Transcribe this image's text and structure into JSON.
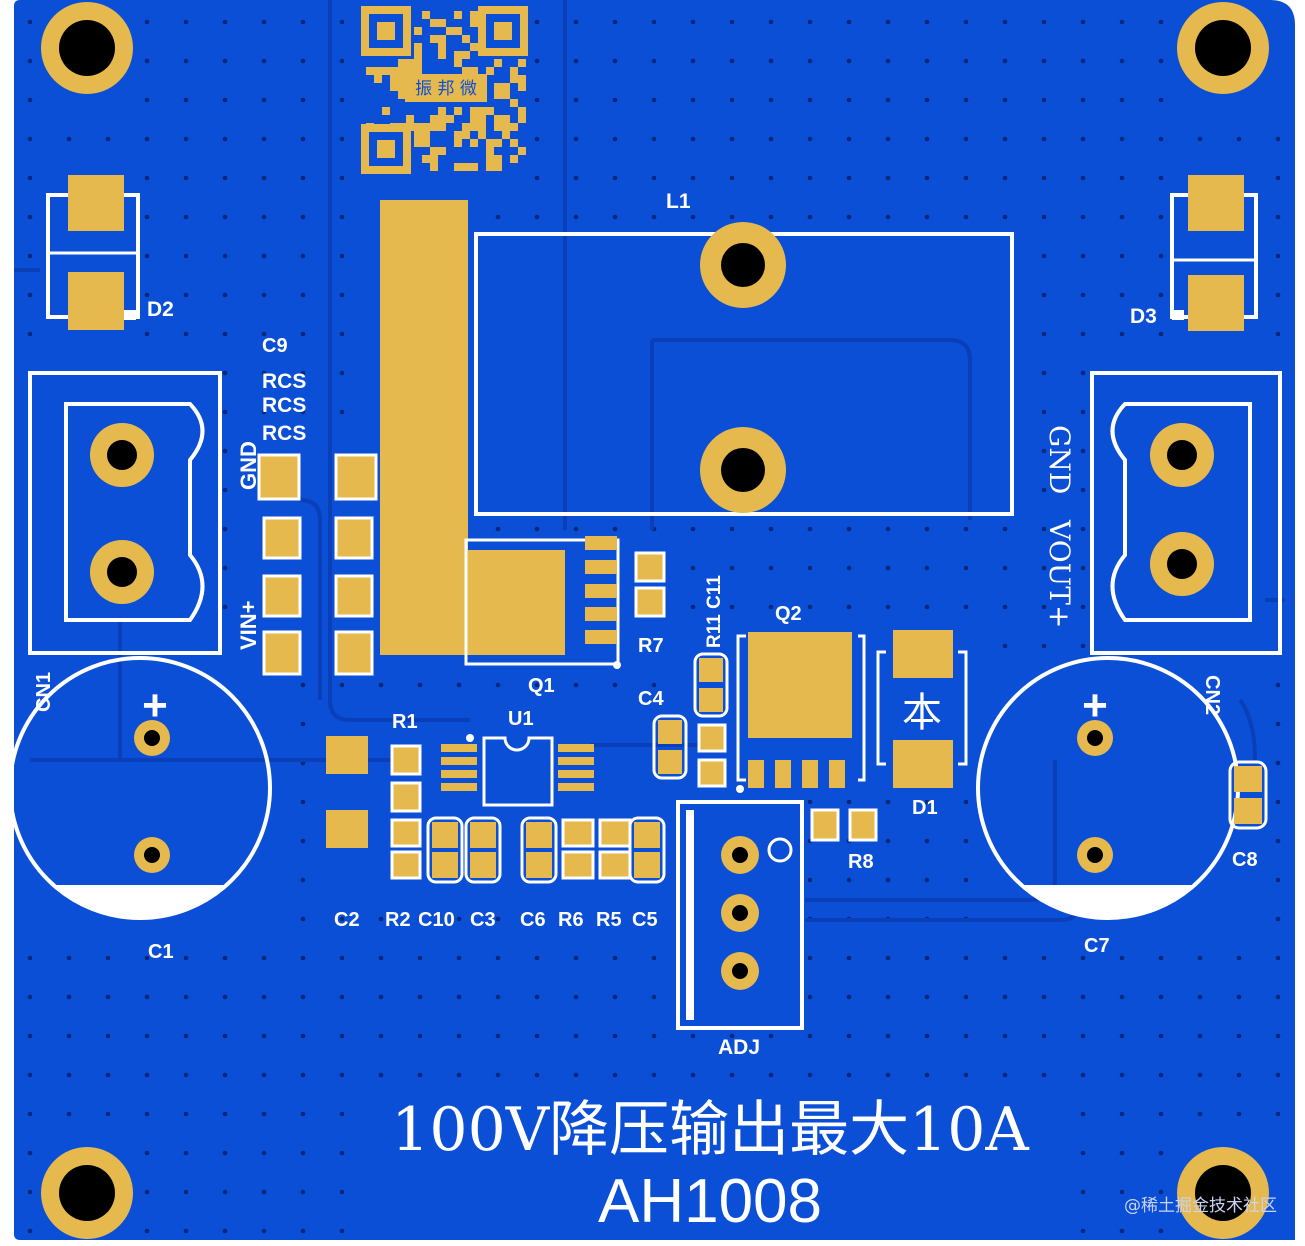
{
  "colors": {
    "board": "#0b4fd6",
    "copper": "#e5b94e",
    "silkscreen": "#ffffff",
    "drill": "#000000",
    "outside": "#ffffff"
  },
  "board": {
    "title": "100V降压输出最大10A",
    "part_number": "AH1008",
    "qr_logo_text": "振 邦 微"
  },
  "labels": {
    "L1": "L1",
    "D2": "D2",
    "D3": "D3",
    "C9": "C9",
    "RCS1": "RCS",
    "RCS2": "RCS",
    "RCS3": "RCS",
    "GND_IN": "GND",
    "VIN": "VIN+",
    "CN1": "CN1",
    "CN2": "CN2",
    "GND_OUT": "GND",
    "VOUT": "VOUT+",
    "Q1": "Q1",
    "Q2": "Q2",
    "R7": "R7",
    "R11_C11": "R11 C11",
    "C4": "C4",
    "R1": "R1",
    "U1": "U1",
    "D1": "D1",
    "D1_mark": "本",
    "R8": "R8",
    "C8": "C8",
    "C1": "C1",
    "C7": "C7",
    "C1_plus": "+",
    "C7_plus": "+",
    "bottom_row": [
      "C2",
      "R2",
      "C10",
      "C3",
      "C6",
      "R6",
      "R5",
      "C5"
    ],
    "ADJ": "ADJ"
  },
  "watermark": "@稀土掘金技术社区"
}
